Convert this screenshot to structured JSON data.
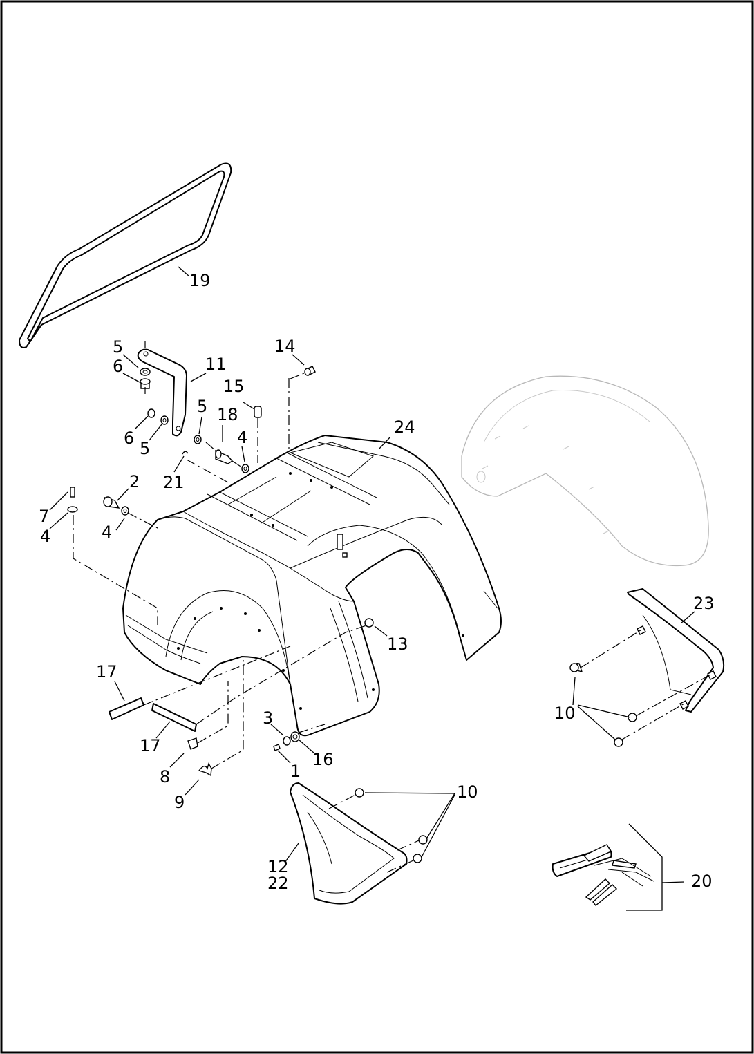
{
  "diagram": {
    "callouts": {
      "c19": "19",
      "c5a": "5",
      "c6a": "6",
      "c11": "11",
      "c14": "14",
      "c15": "15",
      "c5b": "5",
      "c18": "18",
      "c6b": "6",
      "c5c": "5",
      "c4a": "4",
      "c24": "24",
      "c21": "21",
      "c2": "2",
      "c7": "7",
      "c4b": "4",
      "c4c": "4",
      "c13": "13",
      "c23": "23",
      "c17a": "17",
      "c10a": "10",
      "c3": "3",
      "c17b": "17",
      "c16": "16",
      "c1": "1",
      "c8": "8",
      "c10b": "10",
      "c9": "9",
      "c12": "12",
      "c22": "22",
      "c20": "20"
    }
  }
}
